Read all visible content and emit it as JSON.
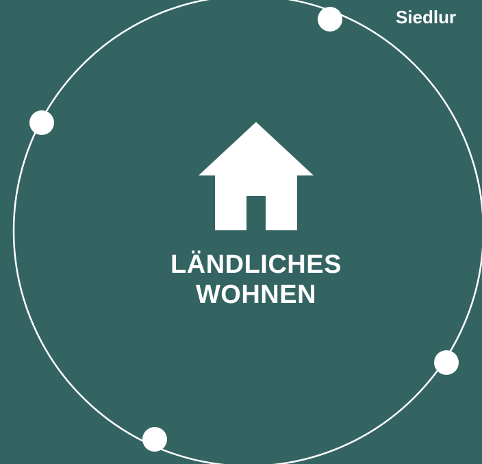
{
  "colors": {
    "background": "#336462",
    "foreground": "#ffffff"
  },
  "header": {
    "corner_label": "Siedlur"
  },
  "center": {
    "icon": "house-icon",
    "title_line1": "LÄNDLICHES",
    "title_line2": "WOHNEN"
  },
  "ring": {
    "node_count": 4
  }
}
